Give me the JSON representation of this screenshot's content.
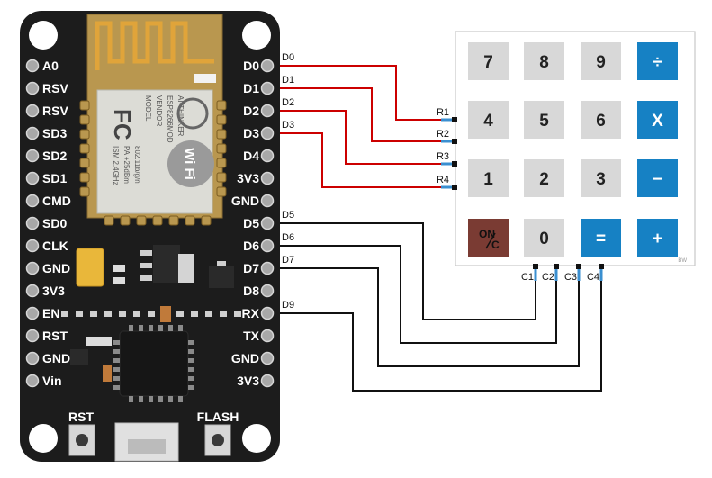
{
  "board": {
    "left_pins": [
      "A0",
      "RSV",
      "RSV",
      "SD3",
      "SD2",
      "SD1",
      "CMD",
      "SD0",
      "CLK",
      "GND",
      "3V3",
      "EN",
      "RST",
      "GND",
      "Vin"
    ],
    "right_pins": [
      "D0",
      "D1",
      "D2",
      "D3",
      "D4",
      "3V3",
      "GND",
      "D5",
      "D6",
      "D7",
      "D8",
      "RX",
      "TX",
      "GND",
      "3V3"
    ],
    "module_text": [
      "MODEL",
      "VENDOR",
      "ESP8266MOD",
      "AI-THINKER",
      "ISM 2.4GHz",
      "PA +25dBm",
      "802.11b/g/n"
    ],
    "wifi_text": "Wi Fi",
    "fcc_text": "FC",
    "rst_label": "RST",
    "flash_label": "FLASH"
  },
  "keypad": {
    "rows": [
      [
        {
          "label": "7",
          "kind": "grey"
        },
        {
          "label": "8",
          "kind": "grey"
        },
        {
          "label": "9",
          "kind": "grey"
        },
        {
          "label": "÷",
          "kind": "blue"
        }
      ],
      [
        {
          "label": "4",
          "kind": "grey"
        },
        {
          "label": "5",
          "kind": "grey"
        },
        {
          "label": "6",
          "kind": "grey"
        },
        {
          "label": "X",
          "kind": "blue"
        }
      ],
      [
        {
          "label": "1",
          "kind": "grey"
        },
        {
          "label": "2",
          "kind": "grey"
        },
        {
          "label": "3",
          "kind": "grey"
        },
        {
          "label": "−",
          "kind": "blue"
        }
      ],
      [
        {
          "label": "ON/C",
          "kind": "brown"
        },
        {
          "label": "0",
          "kind": "grey"
        },
        {
          "label": "=",
          "kind": "blue"
        },
        {
          "label": "+",
          "kind": "blue"
        }
      ]
    ],
    "row_labels": [
      "R1",
      "R2",
      "R3",
      "R4"
    ],
    "col_labels": [
      "C1",
      "C2",
      "C3",
      "C4"
    ],
    "watermark": "BW"
  },
  "wires": [
    {
      "label": "D0",
      "pin": "D0",
      "to": "R1",
      "color": "#cc0000"
    },
    {
      "label": "D1",
      "pin": "D1",
      "to": "R2",
      "color": "#cc0000"
    },
    {
      "label": "D2",
      "pin": "D2",
      "to": "R3",
      "color": "#cc0000"
    },
    {
      "label": "D3",
      "pin": "D3",
      "to": "R4",
      "color": "#cc0000"
    },
    {
      "label": "D5",
      "pin": "D5",
      "to": "C1",
      "color": "#111111"
    },
    {
      "label": "D6",
      "pin": "D6",
      "to": "C2",
      "color": "#111111"
    },
    {
      "label": "D7",
      "pin": "D7",
      "to": "C3",
      "color": "#111111"
    },
    {
      "label": "D9",
      "pin": "RX",
      "to": "C4",
      "color": "#111111"
    }
  ],
  "colors": {
    "board": "#1c1c1c",
    "module": "#b9974f",
    "shield": "#dcdcd6",
    "key_grey": "#d8d8d8",
    "key_blue": "#1681c4",
    "key_brown": "#7a3b33",
    "pad": "#9a9a9a",
    "pin_stub": "#3a8fd0"
  }
}
